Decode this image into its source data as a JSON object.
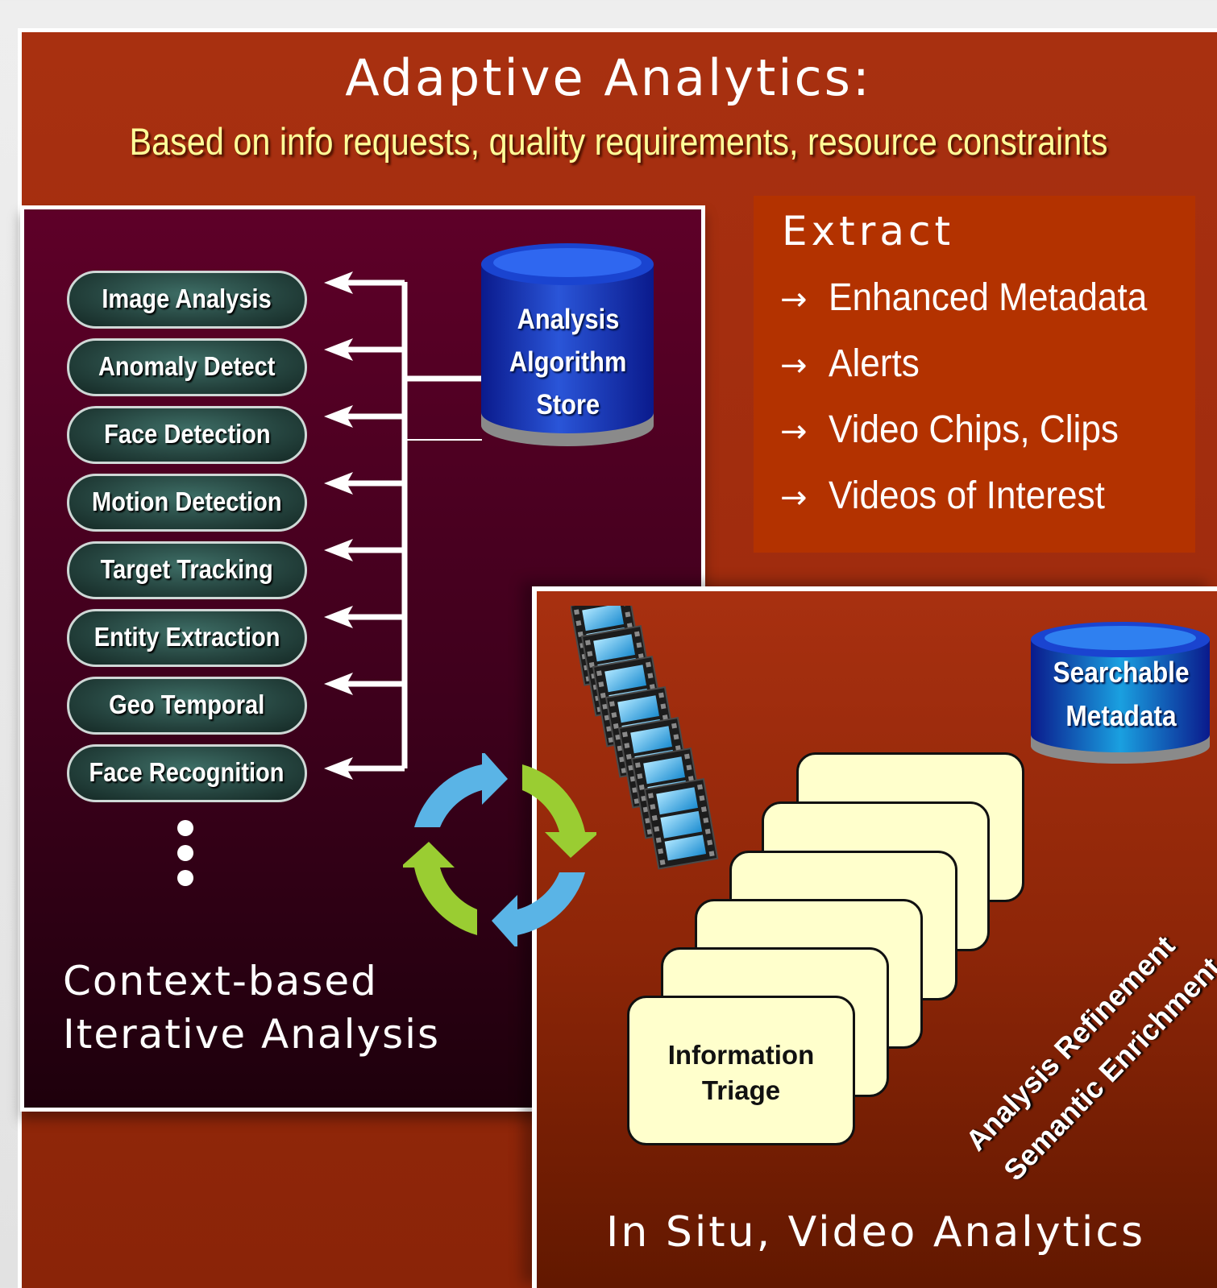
{
  "title": "Adaptive Analytics:",
  "subtitle": "Based on info requests,  quality requirements, resource  constraints",
  "left_panel": {
    "algorithms": [
      "Image Analysis",
      "Anomaly Detect",
      "Face Detection",
      "Motion Detection",
      "Target Tracking",
      "Entity Extraction",
      "Geo Temporal",
      "Face Recognition"
    ],
    "store_label": [
      "Analysis",
      "Algorithm",
      "Store"
    ],
    "caption_line1": "Context-based",
    "caption_line2": "Iterative Analysis"
  },
  "extract": {
    "title": "Extract",
    "arrow": "→",
    "items": [
      "Enhanced Metadata",
      "Alerts",
      "Video Chips, Clips",
      "Videos of Interest"
    ]
  },
  "in_situ": {
    "metadata_db": [
      "Searchable",
      "Metadata"
    ],
    "triage_line1": "Information",
    "triage_line2": "Triage",
    "refinement": "Analysis Refinement",
    "enrichment": "Semantic Enrichment",
    "label": "In Situ, Video Analytics"
  },
  "colors": {
    "panel": "#a83010",
    "dark_panel": "#4a0020",
    "subtitle": "#ffff99",
    "card": "#ffffcc",
    "cycle_blue": "#5ab4e6",
    "cycle_green": "#9acd32"
  }
}
